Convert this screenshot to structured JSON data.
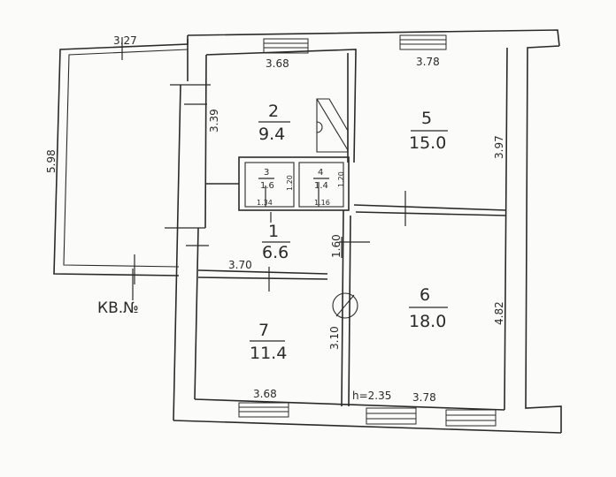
{
  "plan": {
    "rooms": [
      {
        "no": "1",
        "area": "6.6"
      },
      {
        "no": "2",
        "area": "9.4"
      },
      {
        "no": "3",
        "area": "1.6"
      },
      {
        "no": "4",
        "area": "1.4"
      },
      {
        "no": "5",
        "area": "15.0"
      },
      {
        "no": "6",
        "area": "18.0"
      },
      {
        "no": "7",
        "area": "11.4"
      }
    ],
    "dimensions": {
      "balcony_top": "3.27",
      "balcony_side": "5.98",
      "room2_width": "3.68",
      "room2_height": "3.39",
      "room5_width": "3.78",
      "room5_height": "3.97",
      "room3_height": "1.20",
      "room3_width": "1.34",
      "room4_height": "1.20",
      "room4_width": "1.16",
      "room1_height": "1.60",
      "room1_width": "3.70",
      "room6_height": "4.82",
      "room7_height": "3.10",
      "room7_width": "3.68",
      "room6_width": "3.78",
      "ceiling_height": "h=2.35"
    },
    "apartment_label": "КВ.№"
  }
}
